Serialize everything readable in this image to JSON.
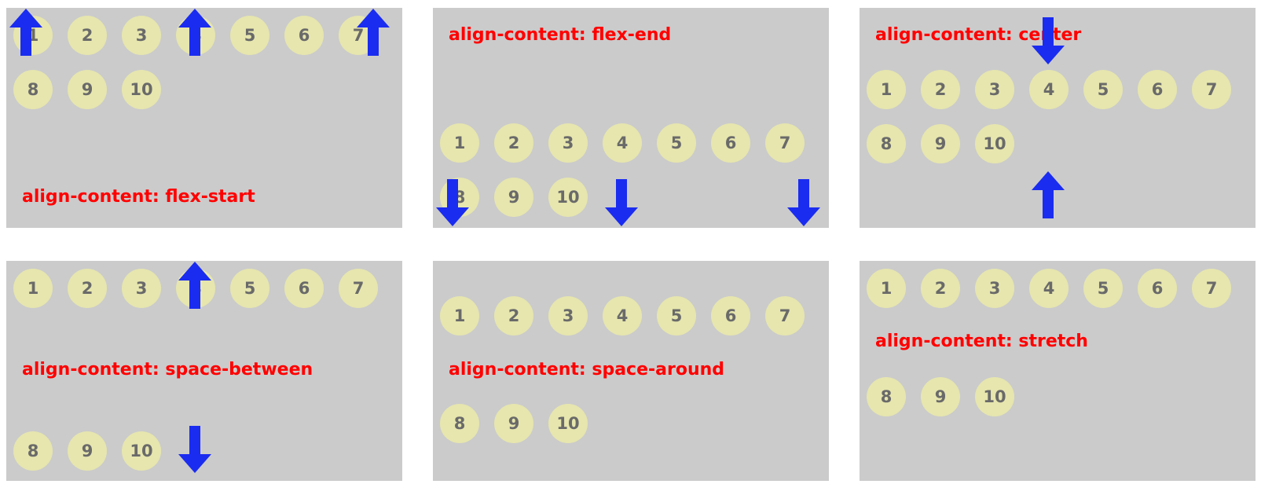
{
  "panels": [
    {
      "id": "flex-start",
      "label": "align-content: flex-start"
    },
    {
      "id": "flex-end",
      "label": "align-content: flex-end"
    },
    {
      "id": "center",
      "label": "align-content: center"
    },
    {
      "id": "space-between",
      "label": "align-content: space-between"
    },
    {
      "id": "space-around",
      "label": "align-content: space-around"
    },
    {
      "id": "stretch",
      "label": "align-content: stretch"
    }
  ],
  "items": [
    "1",
    "2",
    "3",
    "4",
    "5",
    "6",
    "7",
    "8",
    "9",
    "10"
  ],
  "colors": {
    "panel_bg": "#cbcbcb",
    "item_bg": "#e6e6ae",
    "item_text": "#6a6a6a",
    "label_text": "#ff0000",
    "arrow": "#1a2cf0"
  }
}
